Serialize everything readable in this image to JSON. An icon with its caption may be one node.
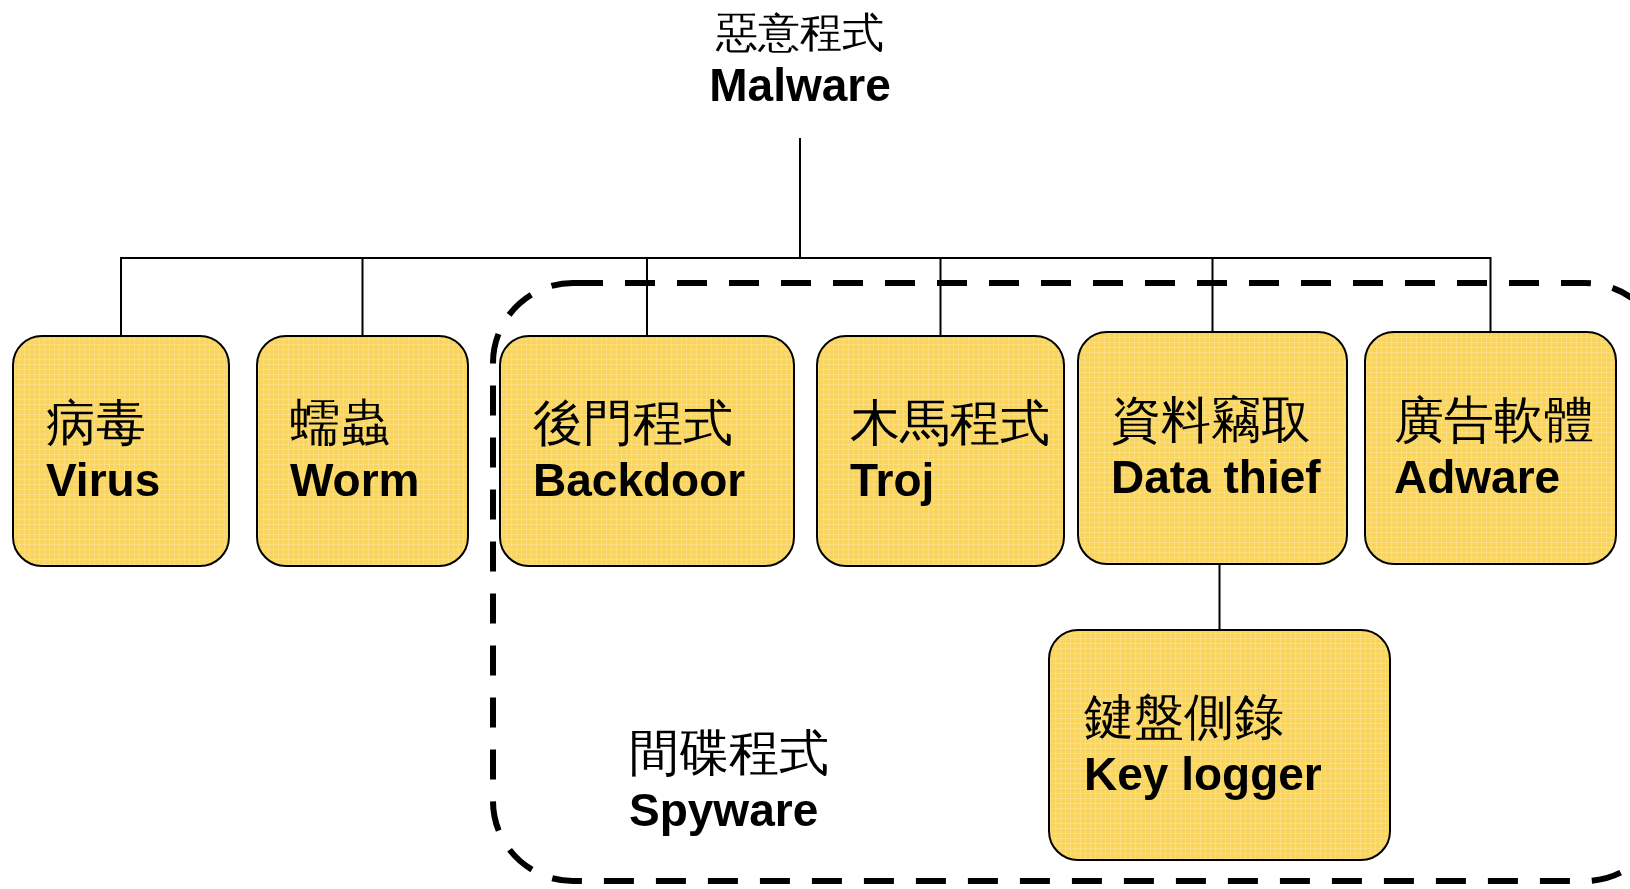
{
  "diagram": {
    "nodes": [
      {
        "text": [
          "惡意程式",
          "Malware"
        ]
      },
      {
        "text": [
          "病毒",
          "Virus"
        ]
      },
      {
        "text": [
          "蠕蟲",
          "Worm"
        ]
      },
      {
        "text": [
          "間碟程式",
          "Spyware"
        ]
      },
      {
        "text": [
          "後門程式",
          "Backdoor"
        ],
        "in": 3
      },
      {
        "text": [
          "木馬程式",
          "Troj"
        ],
        "in": 3
      },
      {
        "text": [
          "資料竊取",
          "Data thief"
        ],
        "in": 3
      },
      {
        "text": [
          "廣告軟體",
          "Adware"
        ],
        "in": 3
      },
      {
        "text": [
          "鍵盤側錄",
          "Key logger"
        ],
        "in": 3
      }
    ],
    "edges": [
      {
        "from": 0,
        "to": 1,
        "arrow": "none"
      },
      {
        "from": 0,
        "to": 2,
        "arrow": "none"
      },
      {
        "from": 0,
        "to": 4,
        "arrow": "none"
      },
      {
        "from": 0,
        "to": 5,
        "arrow": "none"
      },
      {
        "from": 0,
        "to": 6,
        "arrow": "none"
      },
      {
        "from": 0,
        "to": 7,
        "arrow": "none"
      },
      {
        "from": 6,
        "to": 8,
        "arrow": "none"
      }
    ]
  }
}
